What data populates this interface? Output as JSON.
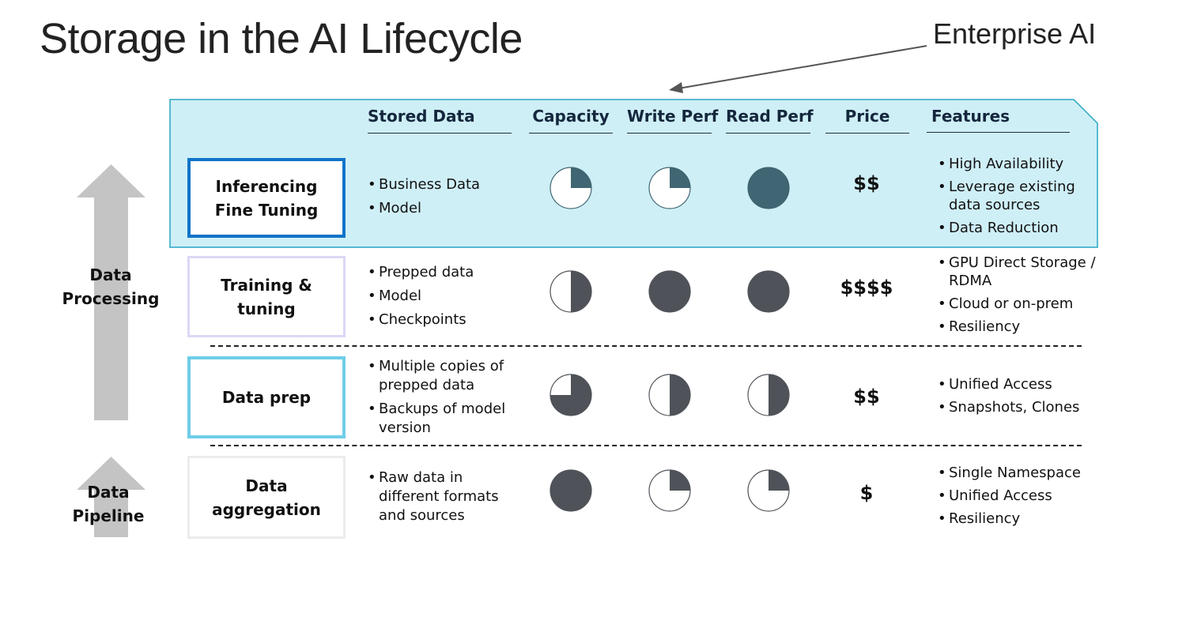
{
  "title": "Storage in the AI Lifecycle",
  "callout": "Enterprise AI",
  "side_labels": {
    "processing": "Data\nProcessing",
    "pipeline": "Data\nPipeline"
  },
  "headers": {
    "stored_data": "Stored Data",
    "capacity": "Capacity",
    "write_perf": "Write Perf",
    "read_perf": "Read Perf",
    "price": "Price",
    "features": "Features"
  },
  "rows": [
    {
      "stage": "Inferencing\nFine Tuning",
      "stored": [
        "Business Data",
        "Model"
      ],
      "capacity": 0.25,
      "write": 0.25,
      "read": 1.0,
      "price": "$$",
      "features": [
        "High Availability",
        "Leverage existing data sources",
        "Data Reduction"
      ]
    },
    {
      "stage": "Training & tuning",
      "stored": [
        "Prepped data",
        "Model",
        "Checkpoints"
      ],
      "capacity": 0.5,
      "write": 1.0,
      "read": 1.0,
      "price": "$$$$",
      "features": [
        "GPU Direct Storage / RDMA",
        "Cloud or on-prem",
        "Resiliency"
      ]
    },
    {
      "stage": "Data prep",
      "stored": [
        "Multiple copies of prepped data",
        "Backups of model version"
      ],
      "capacity": 0.75,
      "write": 0.5,
      "read": 0.5,
      "price": "$$",
      "features": [
        "Unified Access",
        "Snapshots, Clones"
      ]
    },
    {
      "stage": "Data aggregation",
      "stored": [
        "Raw data in different formats and sources"
      ],
      "capacity": 1.0,
      "write": 0.25,
      "read": 0.25,
      "price": "$",
      "features": [
        "Single Namespace",
        "Unified Access",
        "Resiliency"
      ]
    }
  ],
  "colors": {
    "highlight_fill": "#cfeff7",
    "highlight_border": "#2aa6c4",
    "pie_dark": "#4f5359",
    "pie_teal": "#3f6672",
    "arrow_gray": "#c4c4c4",
    "stage_border_0": "#0f74c9",
    "stage_border_1": "#ded7f5",
    "stage_border_2": "#6fcde8",
    "stage_border_3": "#ececec"
  }
}
